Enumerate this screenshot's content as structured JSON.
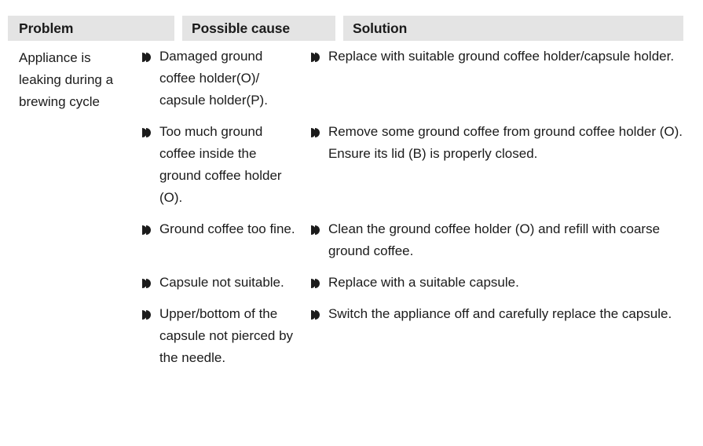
{
  "table": {
    "headers": {
      "problem": "Problem",
      "possible_cause": "Possible cause",
      "solution": "Solution"
    },
    "problem": "Appliance is leaking during a brewing cycle",
    "rows": [
      {
        "cause": "Damaged ground coffee holder(O)/ capsule holder(P).",
        "solution": "Replace with suitable ground coffee holder/capsule holder."
      },
      {
        "cause": "Too much ground coffee inside the ground coffee holder (O).",
        "solution": "Remove some ground coffee from ground coffee holder (O). Ensure its lid (B) is properly closed."
      },
      {
        "cause": "Ground coffee too fine.",
        "solution": "Clean the ground coffee holder (O) and refill with coarse ground coffee."
      },
      {
        "cause": "Capsule not suitable.",
        "solution": "Replace with a suitable capsule."
      },
      {
        "cause": "Upper/bottom of the capsule not pierced by the needle.",
        "solution": "Switch the appliance off and carefully replace the capsule."
      }
    ],
    "bullet_icon": "triangle-bullet-icon",
    "colors": {
      "header_background": "#e4e4e4",
      "text": "#1b1b1b",
      "page_background": "#ffffff"
    }
  }
}
